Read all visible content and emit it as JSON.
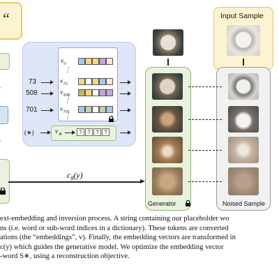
{
  "phrase": {
    "text": "“"
  },
  "tokens": {
    "ids": [
      "73",
      "508",
      "701"
    ],
    "star_symbol": "(∗)"
  },
  "embeddings": {
    "v0": "v",
    "v0_sub": "0",
    "v73": "v",
    "v73_sub": "73",
    "v508": "v",
    "v508_sub": "508",
    "v701": "v",
    "v701_sub": "701",
    "vstar": "v",
    "vstar_sub": "∗",
    "vertical_dots": "⋮",
    "question": "?"
  },
  "condition": {
    "label": "c",
    "sub": "θ",
    "arg": "(y)"
  },
  "generator": {
    "label": "Generator"
  },
  "input_sample": {
    "title": "Input Sample"
  },
  "noised_sample": {
    "label": "Noised Sample"
  },
  "caption": {
    "line1": "ext-embedding and inversion process.  A string containing our placeholder wo",
    "line2": "ns (i.e. word or sub-word indices in a dictionary).  These tokens are converted",
    "line3": "ations (the “embeddings”, v).  Finally, the embedding vectors are transformed in",
    "line4": "c(y) which guides the generative model.  We optimize the embedding vector",
    "line5": "-word S∗, using a reconstruction objective."
  },
  "colors": {
    "lookup_panel": "#dfe6f7",
    "generator_panel": "#e9f2dc",
    "input_panel": "#fdf3d0",
    "noised_panel": "#f1f1f1",
    "cell_yellow": "#f6d77a",
    "cell_purple": "#c5a8d8",
    "cell_green": "#b9d9a0",
    "cell_blue": "#a9c6ea",
    "cell_olive": "#c7b55a"
  }
}
